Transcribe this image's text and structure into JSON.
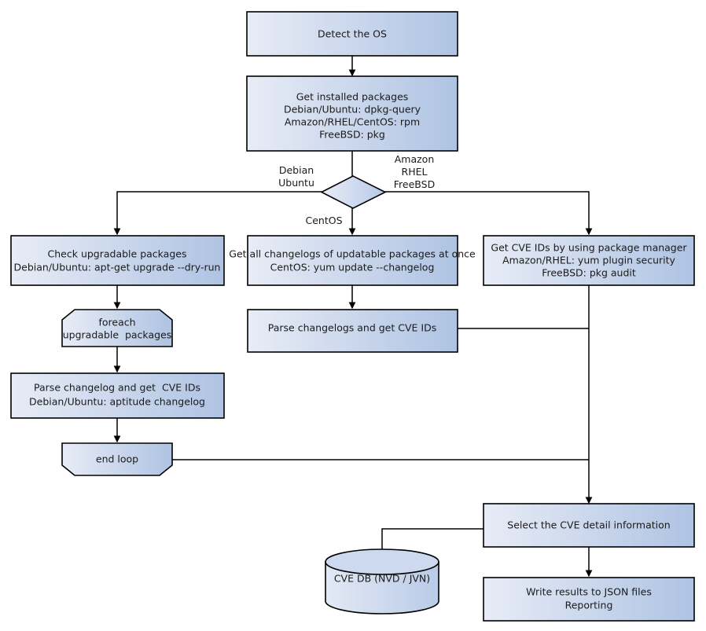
{
  "diagram": {
    "title": "Vulnerability scanning flow",
    "colors": {
      "fill_light": "#e6ebf5",
      "fill_dark": "#aec3e3",
      "stroke": "#000000",
      "text": "#1a1a1a",
      "background": "#ffffff"
    },
    "nodes": [
      {
        "id": "detect-os",
        "shape": "process",
        "lines": [
          "Detect the OS"
        ]
      },
      {
        "id": "get-installed-packages",
        "shape": "process",
        "lines": [
          "Get installed packages",
          "Debian/Ubuntu: dpkg-query",
          "Amazon/RHEL/CentOS: rpm",
          "FreeBSD: pkg"
        ]
      },
      {
        "id": "os-decision",
        "shape": "decision",
        "lines": []
      },
      {
        "id": "check-upgradable-packages",
        "shape": "process",
        "lines": [
          "Check upgradable packages",
          "Debian/Ubuntu: apt-get upgrade --dry-run"
        ]
      },
      {
        "id": "get-all-changelogs",
        "shape": "process",
        "lines": [
          "Get all changelogs of updatable packages at once",
          "CentOS: yum update --changelog"
        ]
      },
      {
        "id": "get-cve-ids-package-manager",
        "shape": "process",
        "lines": [
          "Get CVE IDs by using package manager",
          "Amazon/RHEL: yum plugin security",
          "FreeBSD: pkg audit"
        ]
      },
      {
        "id": "foreach-loop-start",
        "shape": "loop-start",
        "lines": [
          "foreach",
          "upgradable  packages"
        ]
      },
      {
        "id": "parse-changelogs-get-cve-ids",
        "shape": "process",
        "lines": [
          "Parse changelogs and get CVE IDs"
        ]
      },
      {
        "id": "parse-changelog-get-cve-ids",
        "shape": "process",
        "lines": [
          "Parse changelog and get  CVE IDs",
          "Debian/Ubuntu: aptitude changelog"
        ]
      },
      {
        "id": "end-loop",
        "shape": "loop-end",
        "lines": [
          "end loop"
        ]
      },
      {
        "id": "select-cve-detail",
        "shape": "process",
        "lines": [
          "Select the CVE detail information"
        ]
      },
      {
        "id": "cve-database",
        "shape": "database",
        "lines": [
          "CVE DB (NVD / JVN)"
        ]
      },
      {
        "id": "write-results",
        "shape": "process",
        "lines": [
          "Write results to JSON files",
          "Reporting"
        ]
      }
    ],
    "edge_labels": [
      {
        "id": "branch-debian-ubuntu",
        "lines": [
          "Debian",
          "Ubuntu"
        ]
      },
      {
        "id": "branch-amazon-rhel-freebsd",
        "lines": [
          "Amazon",
          "RHEL",
          "FreeBSD"
        ]
      },
      {
        "id": "branch-centos",
        "lines": [
          "CentOS"
        ]
      }
    ]
  }
}
